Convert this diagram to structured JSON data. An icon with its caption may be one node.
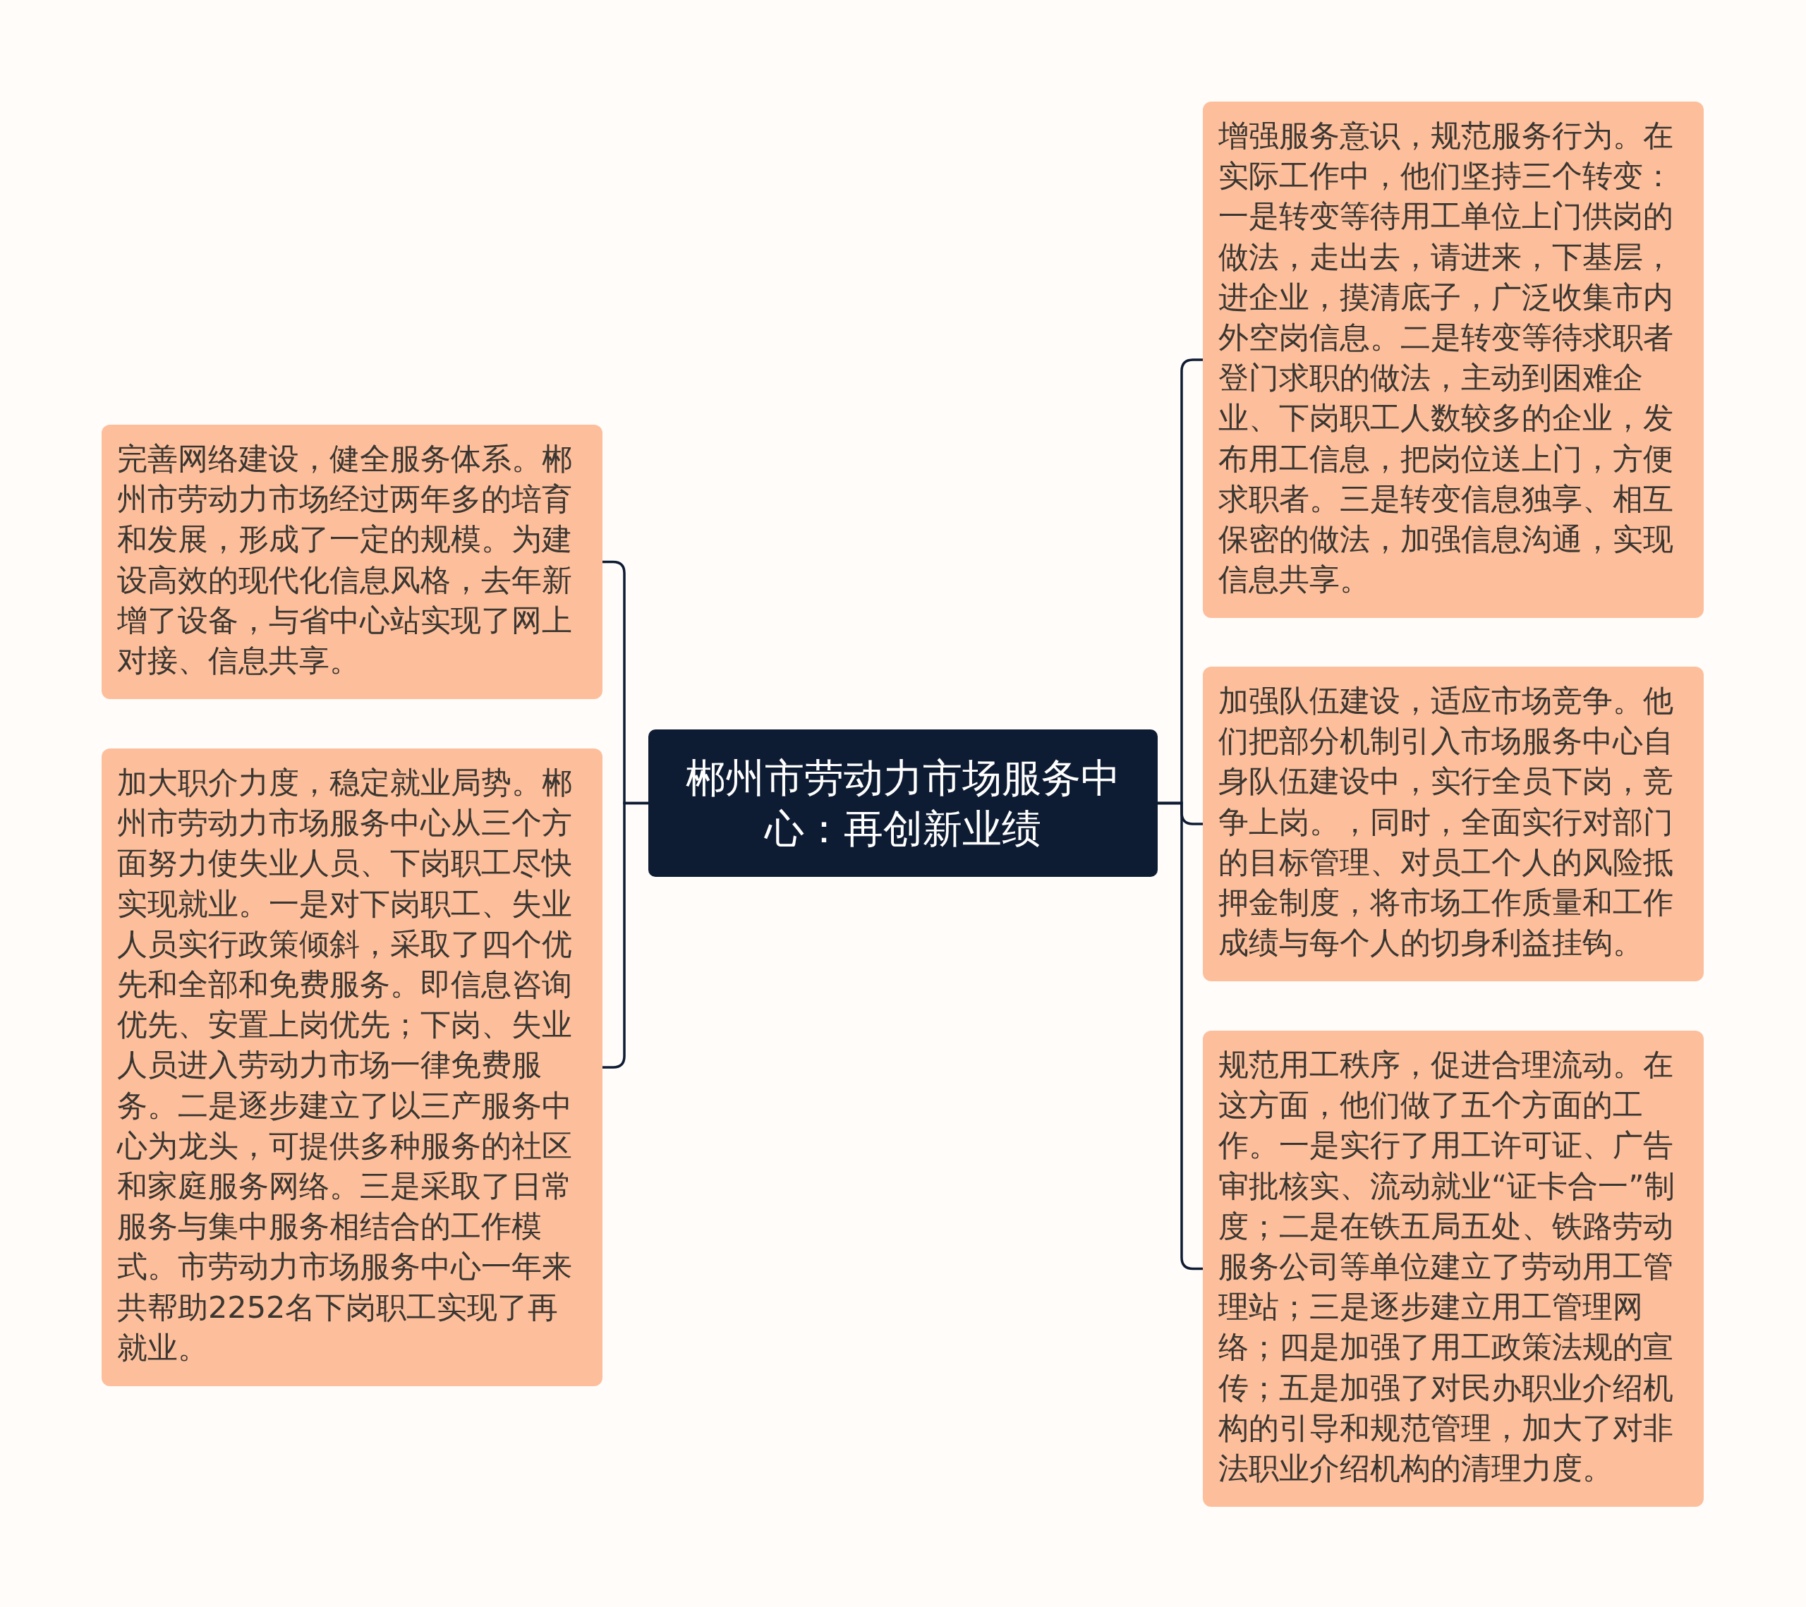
{
  "diagram": {
    "nodes": [
      {
        "text": [
          "郴州市劳动力市场服务中心：再创新业绩"
        ]
      },
      {
        "text": [
          "完善网络建设，健全服务体系。郴州市劳动力市场经过两年多的培育和发展，形成了一定的规模。为建设高效的现代化信息风格，去年新增了设备，与省中心站实现了网上对接、信息共享。"
        ]
      },
      {
        "text": [
          "加大职介力度，稳定就业局势。郴州市劳动力市场服务中心从三个方面努力使失业人员、下岗职工尽快实现就业。一是对下岗职工、失业人员实行政策倾斜，采取了四个优先和全部和免费服务。即信息咨询优先、安置上岗优先；下岗、失业人员进入劳动力市场一律免费服务。二是逐步建立了以三产服务中心为龙头，可提供多种服务的社区和家庭服务网络。三是采取了日常服务与集中服务相结合的工作模式。市劳动力市场服务中心一年来共帮助2252名下岗职工实现了再就业。"
        ]
      },
      {
        "text": [
          "增强服务意识，规范服务行为。在实际工作中，他们坚持三个转变：一是转变等待用工单位上门供岗的做法，走出去，请进来，下基层，进企业，摸清底子，广泛收集市内外空岗信息。二是转变等待求职者登门求职的做法，主动到困难企业、下岗职工人数较多的企业，发布用工信息，把岗位送上门，方便求职者。三是转变信息独享、相互保密的做法，加强信息沟通，实现信息共享。"
        ]
      },
      {
        "text": [
          "加强队伍建设，适应市场竞争。他们把部分机制引入市场服务中心自身队伍建设中，实行全员下岗，竞争上岗。，同时，全面实行对部门的目标管理、对员工个人的风险抵押金制度，将市场工作质量和工作成绩与每个人的切身利益挂钩。"
        ]
      },
      {
        "text": [
          "规范用工秩序，促进合理流动。在这方面，他们做了五个方面的工作。一是实行了用工许可证、广告审批核实、流动就业“证卡合一”制度；二是在铁五局五处、铁路劳动服务公司等单位建立了劳动用工管理站；三是逐步建立用工管理网络；四是加强了用工政策法规的宣传；五是加强了对民办职业介绍机构的引导和规范管理，加大了对非法职业介绍机构的清理力度。"
        ]
      }
    ],
    "edges": [
      {
        "from": 0,
        "to": 1,
        "arrow": "none"
      },
      {
        "from": 0,
        "to": 2,
        "arrow": "none"
      },
      {
        "from": 0,
        "to": 3,
        "arrow": "none"
      },
      {
        "from": 0,
        "to": 4,
        "arrow": "none"
      },
      {
        "from": 0,
        "to": 5,
        "arrow": "none"
      }
    ]
  }
}
